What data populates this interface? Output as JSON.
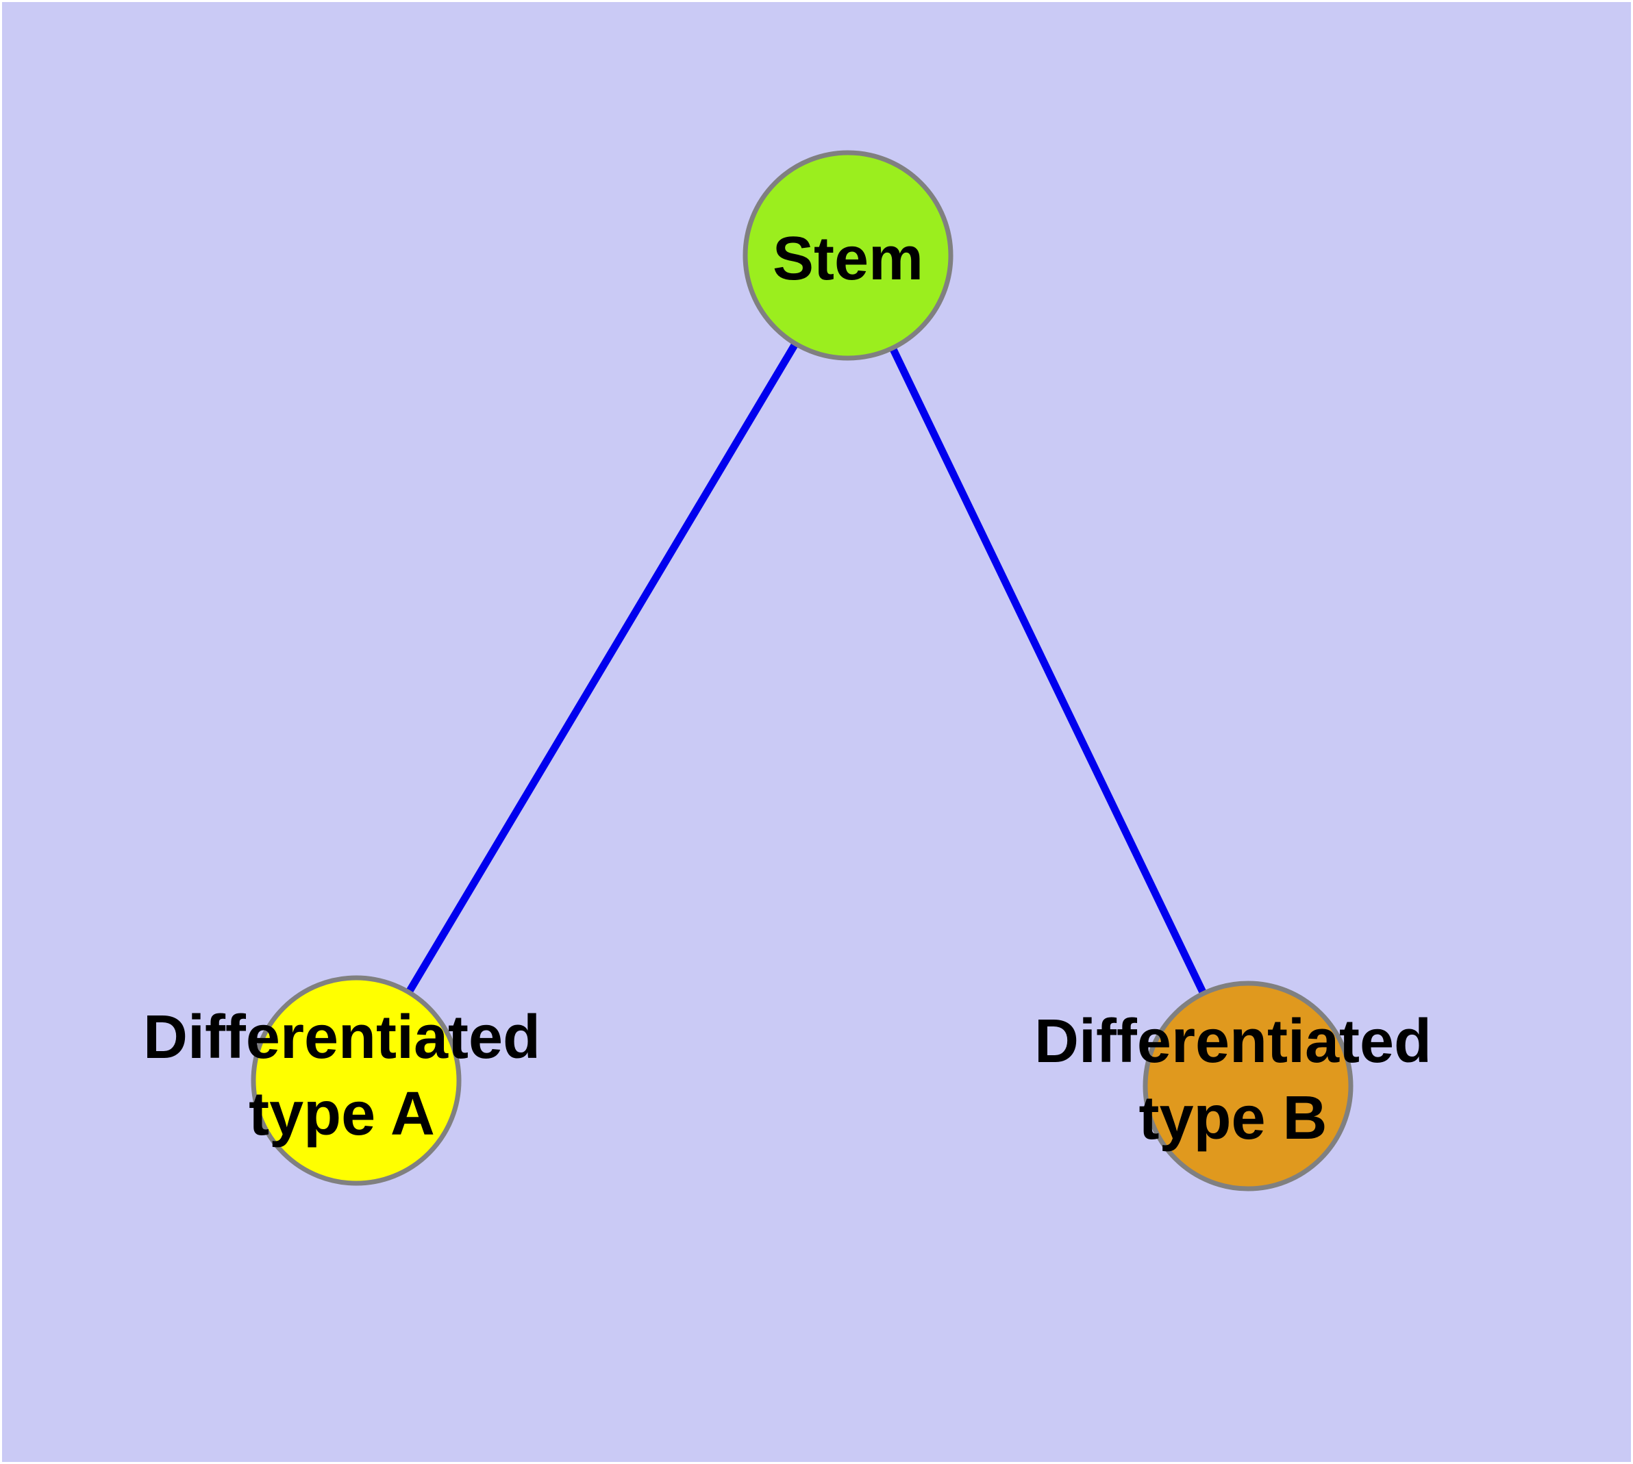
{
  "diagram": {
    "background_color": "#cacaf5",
    "frame_color": "#ffffff",
    "edge_color": "#0000ee",
    "node_border_color": "#808080",
    "label_color": "#000000",
    "nodes": [
      {
        "id": "stem",
        "label": "Stem",
        "fill": "#9bee1e"
      },
      {
        "id": "differentiated-type-a",
        "label_line1": "Differentiated",
        "label_line2": "type A",
        "fill": "#ffff00"
      },
      {
        "id": "differentiated-type-b",
        "label_line1": "Differentiated",
        "label_line2": "type B",
        "fill": "#e0991e"
      }
    ],
    "edges": [
      {
        "id": "stem-to-type-a",
        "from": "stem",
        "to": "differentiated-type-a"
      },
      {
        "id": "stem-to-type-b",
        "from": "stem",
        "to": "differentiated-type-b"
      }
    ]
  }
}
